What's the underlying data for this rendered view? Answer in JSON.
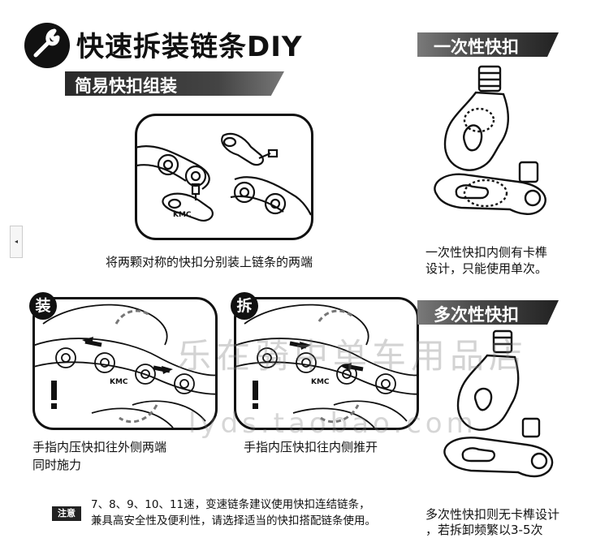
{
  "header": {
    "title": "快速拆装链条DIY",
    "subtitle": "简易快扣组装",
    "icon": "wrench-icon"
  },
  "assembly": {
    "caption": "将两颗对称的快扣分别装上链条的两端",
    "chain_label": "KMC"
  },
  "install_panel": {
    "badge": "装",
    "caption_line1": "手指内压快扣往外侧两端",
    "caption_line2": "同时施力",
    "chain_label": "KMC"
  },
  "remove_panel": {
    "badge": "拆",
    "caption": "手指内压快扣往内侧推开",
    "chain_label": "KMC"
  },
  "single_use": {
    "heading": "一次性快扣",
    "caption_line1": "一次性快扣内侧有卡榫",
    "caption_line2": "设计，只能使用单次。"
  },
  "multi_use": {
    "heading": "多次性快扣",
    "caption_line1": "多次性快扣则无卡榫设计",
    "caption_line2": "，若拆卸频繁以3-5次"
  },
  "note": {
    "badge": "注意",
    "line1": "7、8、9、10、11速，变速链条建议使用快扣连结链条，",
    "line2": "兼具高安全性及便利性，请选择适当的快扣搭配链条使用。"
  },
  "watermark": {
    "line1": "乐在骑中单车用品店",
    "line2": "lyds.taobao.com"
  },
  "colors": {
    "ink": "#111111",
    "bar_dark": "#2a2a2a",
    "watermark": "#787878"
  }
}
